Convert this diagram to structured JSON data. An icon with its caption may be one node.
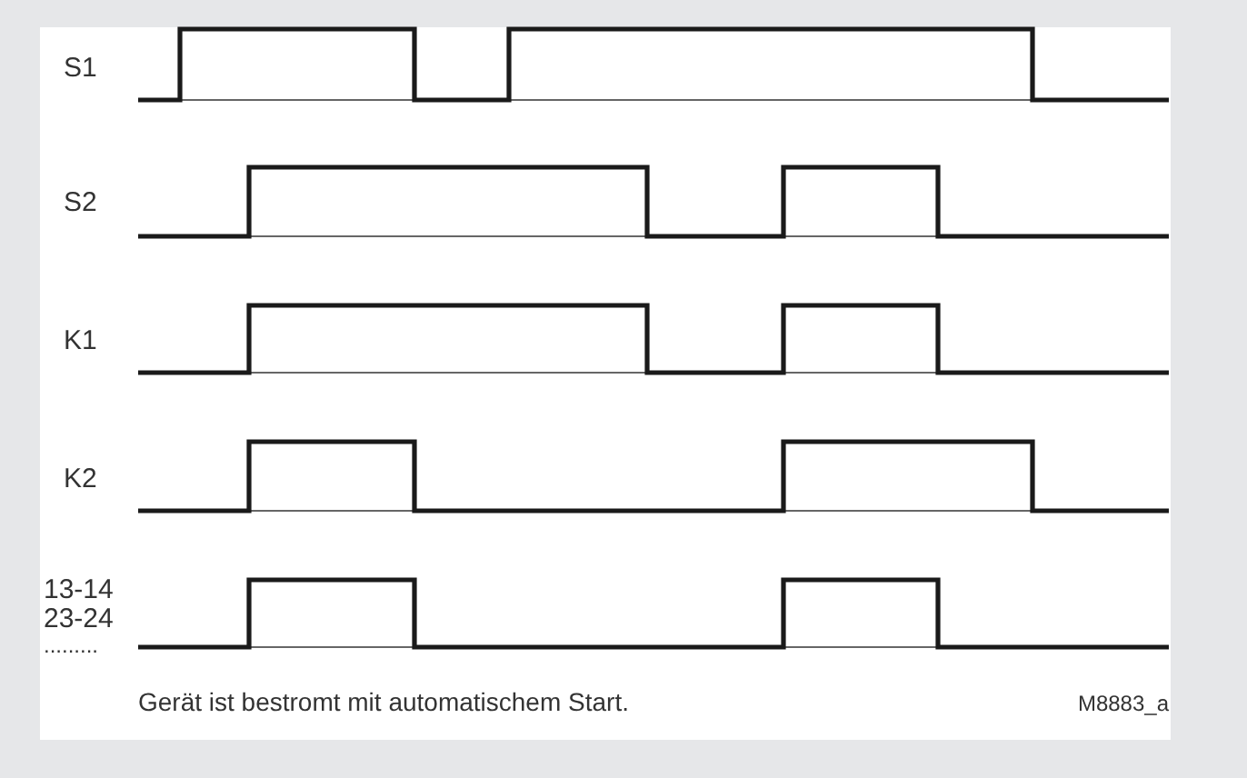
{
  "diagram": {
    "labels": [
      "S1",
      "S2",
      "K1",
      "K2",
      "13-14",
      "23-24",
      ".........",
      "Gerät ist bestromt mit automatischem Start.",
      "M8883_a"
    ]
  }
}
